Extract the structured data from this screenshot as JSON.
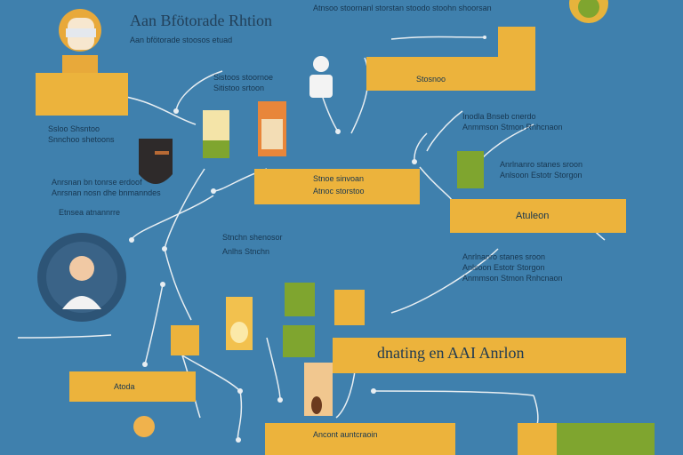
{
  "title": "Aan Bfötorade Rhtion",
  "subtitle": "Aan bfötorade stoosos etuad",
  "top_text": "Atnsoo stoornanl storstan stoodo stoohn shoorsan",
  "nodes": {
    "top_right": "",
    "mid_left": "Atoda",
    "right_1": "Atuleon",
    "bottom_right_banner": "dnating en AAI Anrlon",
    "bottom_center": "Ancont auntcraoin"
  },
  "annotations": {
    "a1": "Sistoos stoornoe",
    "a2": "Sitistoo srtoon",
    "a3": "Ssloo Shsntoo",
    "a4": "Snnchoo shetoons",
    "a5": "Stnoe sinvoan",
    "a6": "Atnoc storstoo",
    "a7": "Stosnoo",
    "a8": "Anrsnan bn tonrse erdoof",
    "a9": "Anrsnan nosn dhe bnmanndes",
    "a10": "Etnsea atnannrre",
    "a11": "Inodla Bnseb cnerdo",
    "a12": "Anmmson Stmon Rnhcnaon",
    "a13": "Anrlnanro stanes sroon",
    "a14": "Anlsoon Estotr Storgon",
    "a15": "Stnchn shenosor",
    "a16": "Anlhs Stnchn"
  },
  "colors": {
    "background": "#3f80ad",
    "node": "#ecb33c",
    "accent_green": "#7fa52f",
    "line": "#e8eef2",
    "text": "#1e3b55"
  }
}
